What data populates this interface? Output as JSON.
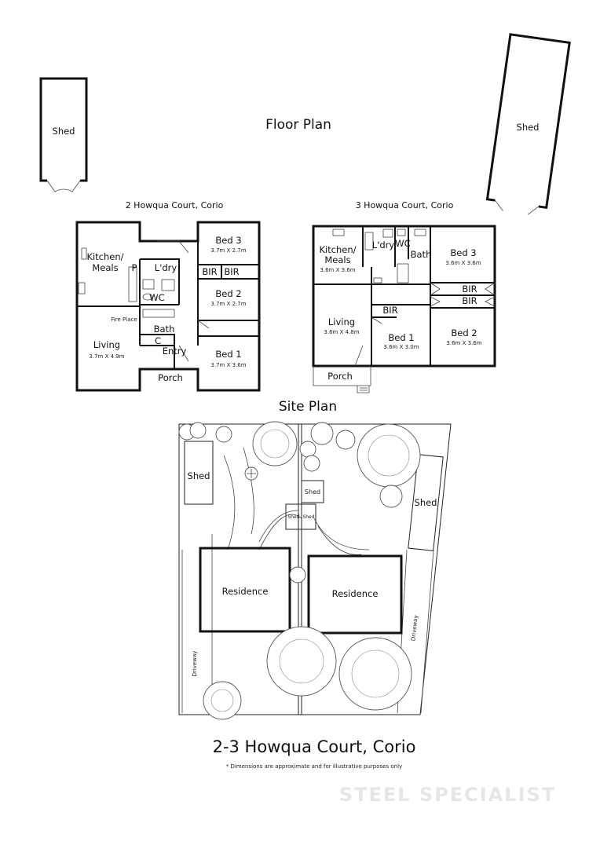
{
  "floor_plan_title": "Floor Plan",
  "site_plan_title": "Site Plan",
  "title": "2-3 Howqua Court, Corio",
  "footnote": "* Dimensions are approximate and for illustrative purposes only",
  "watermark": "STEEL SPECIALIST",
  "left_unit": {
    "heading": "2 Howqua Court, Corio",
    "shed": "Shed",
    "kitchen_1": "Kitchen/",
    "kitchen_2": "Meals",
    "pantry": "P",
    "laundry": "L'dry",
    "wc": "WC",
    "fireplace": "Fire Place",
    "bath": "Bath",
    "cupboard": "C",
    "living": "Living",
    "living_dim": "3.7m X 4.9m",
    "entry": "Entry",
    "porch": "Porch",
    "bed3": "Bed 3",
    "bed3_dim": "3.7m X 2.7m",
    "bir_a": "BIR",
    "bir_b": "BIR",
    "bed2": "Bed 2",
    "bed2_dim": "3.7m X 2.7m",
    "bed1": "Bed 1",
    "bed1_dim": "3.7m X 3.6m"
  },
  "right_unit": {
    "heading": "3 Howqua Court, Corio",
    "shed": "Shed",
    "kitchen_1": "Kitchen/",
    "kitchen_2": "Meals",
    "kitchen_dim": "3.6m X 3.6m",
    "laundry": "L'dry",
    "wc": "WC",
    "bath": "Bath",
    "living": "Living",
    "living_dim": "3.6m X 4.8m",
    "porch": "Porch",
    "bir_bed1": "BIR",
    "bed1": "Bed 1",
    "bed1_dim": "3.6m X 3.0m",
    "bed3": "Bed 3",
    "bed3_dim": "3.6m X 3.6m",
    "bir_a": "BIR",
    "bir_b": "BIR",
    "bed2": "Bed 2",
    "bed2_dim": "3.6m X 3.6m"
  },
  "site": {
    "shed_left": "Shed",
    "shed_mid": "Shed",
    "shed_small_a": "Shed",
    "shed_small_b": "Shed",
    "shed_right": "Shed",
    "residence_left": "Residence",
    "residence_right": "Residence",
    "driveway_left": "Driveway",
    "driveway_right": "Driveway"
  }
}
